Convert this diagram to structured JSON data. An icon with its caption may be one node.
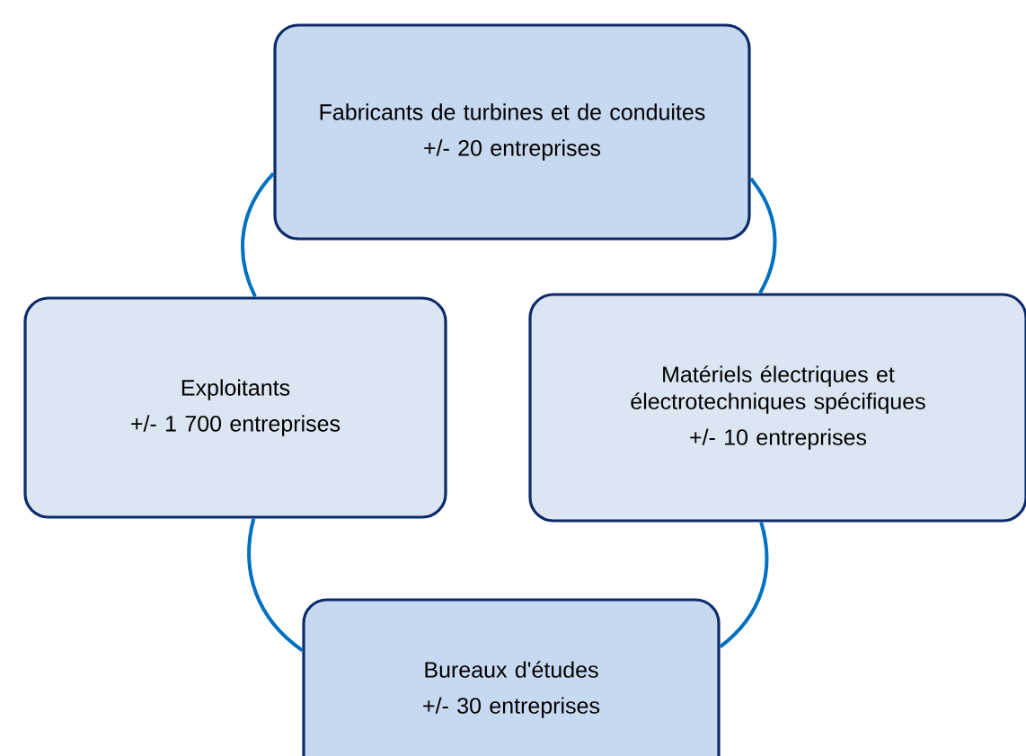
{
  "diagram": {
    "nodes": [
      {
        "text": [
          "Fabricants de turbines et de conduites",
          "+/- 20 entreprises"
        ]
      },
      {
        "text": [
          "Exploitants",
          "+/- 1 700 entreprises"
        ]
      },
      {
        "text": [
          "Matériels électriques et électrotechniques spécifiques",
          "+/- 10 entreprises"
        ]
      },
      {
        "text": [
          "Bureaux d'études",
          "+/- 30 entreprises"
        ]
      }
    ],
    "edges": [
      {
        "from": 0,
        "to": 1,
        "arrow": "none"
      },
      {
        "from": 0,
        "to": 2,
        "arrow": "none"
      },
      {
        "from": 1,
        "to": 3,
        "arrow": "none"
      },
      {
        "from": 2,
        "to": 3,
        "arrow": "none"
      }
    ]
  }
}
